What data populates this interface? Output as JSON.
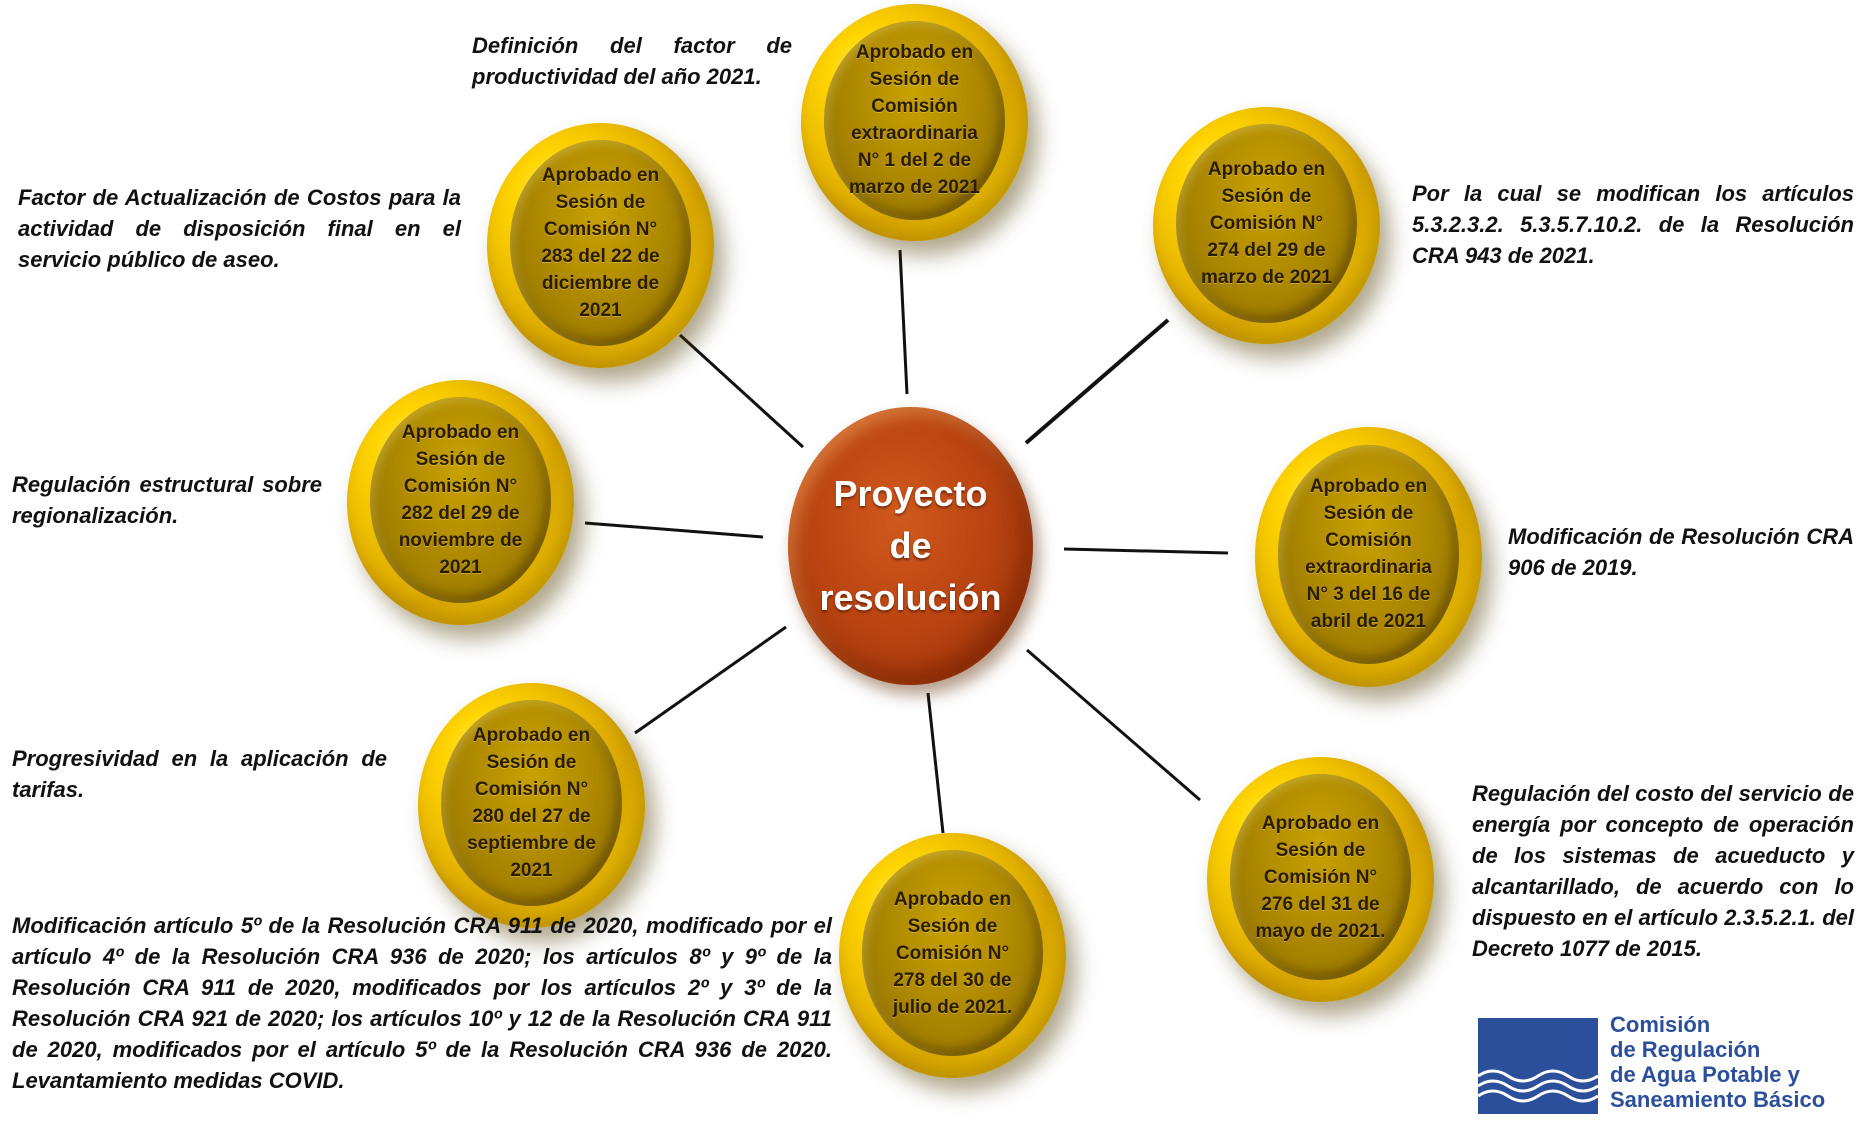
{
  "center": {
    "title": "Proyecto de resolución"
  },
  "nodes": [
    {
      "label": "Aprobado en Sesión de Comisión extraordinaria N° 1 del 2 de marzo de 2021",
      "description": "Definición del factor de productividad del año 2021."
    },
    {
      "label": "Aprobado en Sesión de Comisión N° 274 del 29 de marzo de 2021",
      "description": "Por la cual se modifican los artículos 5.3.2.3.2. 5.3.5.7.10.2. de la Resolución CRA 943 de 2021."
    },
    {
      "label": "Aprobado en Sesión de Comisión extraordinaria N° 3 del 16 de abril de 2021",
      "description": "Modificación de Resolución CRA 906 de 2019."
    },
    {
      "label": "Aprobado en Sesión de Comisión N° 276 del 31 de mayo de 2021.",
      "description": "Regulación del costo del servicio de energía por concepto de operación de los sistemas de acueducto y alcantarillado, de acuerdo con lo dispuesto en el artículo 2.3.5.2.1. del Decreto 1077 de 2015."
    },
    {
      "label": "Aprobado en Sesión de Comisión N° 278 del 30 de julio de 2021.",
      "description": "Modificación artículo 5º de la Resolución CRA 911 de 2020, modificado por el artículo 4º de la Resolución CRA 936 de 2020; los artículos 8º y 9º de la Resolución CRA 911 de 2020, modificados por los artículos 2º y 3º de la Resolución CRA 921 de 2020; los artículos 10º y 12 de la Resolución CRA 911 de 2020, modificados por el artículo 5º de la Resolución CRA 936 de 2020. Levantamiento medidas COVID."
    },
    {
      "label": "Aprobado en Sesión de Comisión N° 280 del 27 de septiembre de 2021",
      "description": "Progresividad en la aplicación de tarifas."
    },
    {
      "label": "Aprobado en Sesión de Comisión N° 282 del 29 de noviembre de 2021",
      "description": "Regulación estructural sobre regionalización."
    },
    {
      "label": "Aprobado en Sesión de Comisión N° 283 del 22 de diciembre de 2021",
      "description": "Factor de Actualización de Costos para la actividad de disposición final en el servicio público de aseo."
    }
  ],
  "logo": {
    "lines": [
      "Comisión",
      "de Regulación",
      "de Agua Potable y",
      "Saneamiento Básico"
    ],
    "color": "#2b4f9b"
  },
  "colors": {
    "coin": "#d9a700",
    "center": "#bb4512",
    "text": "#111111"
  }
}
